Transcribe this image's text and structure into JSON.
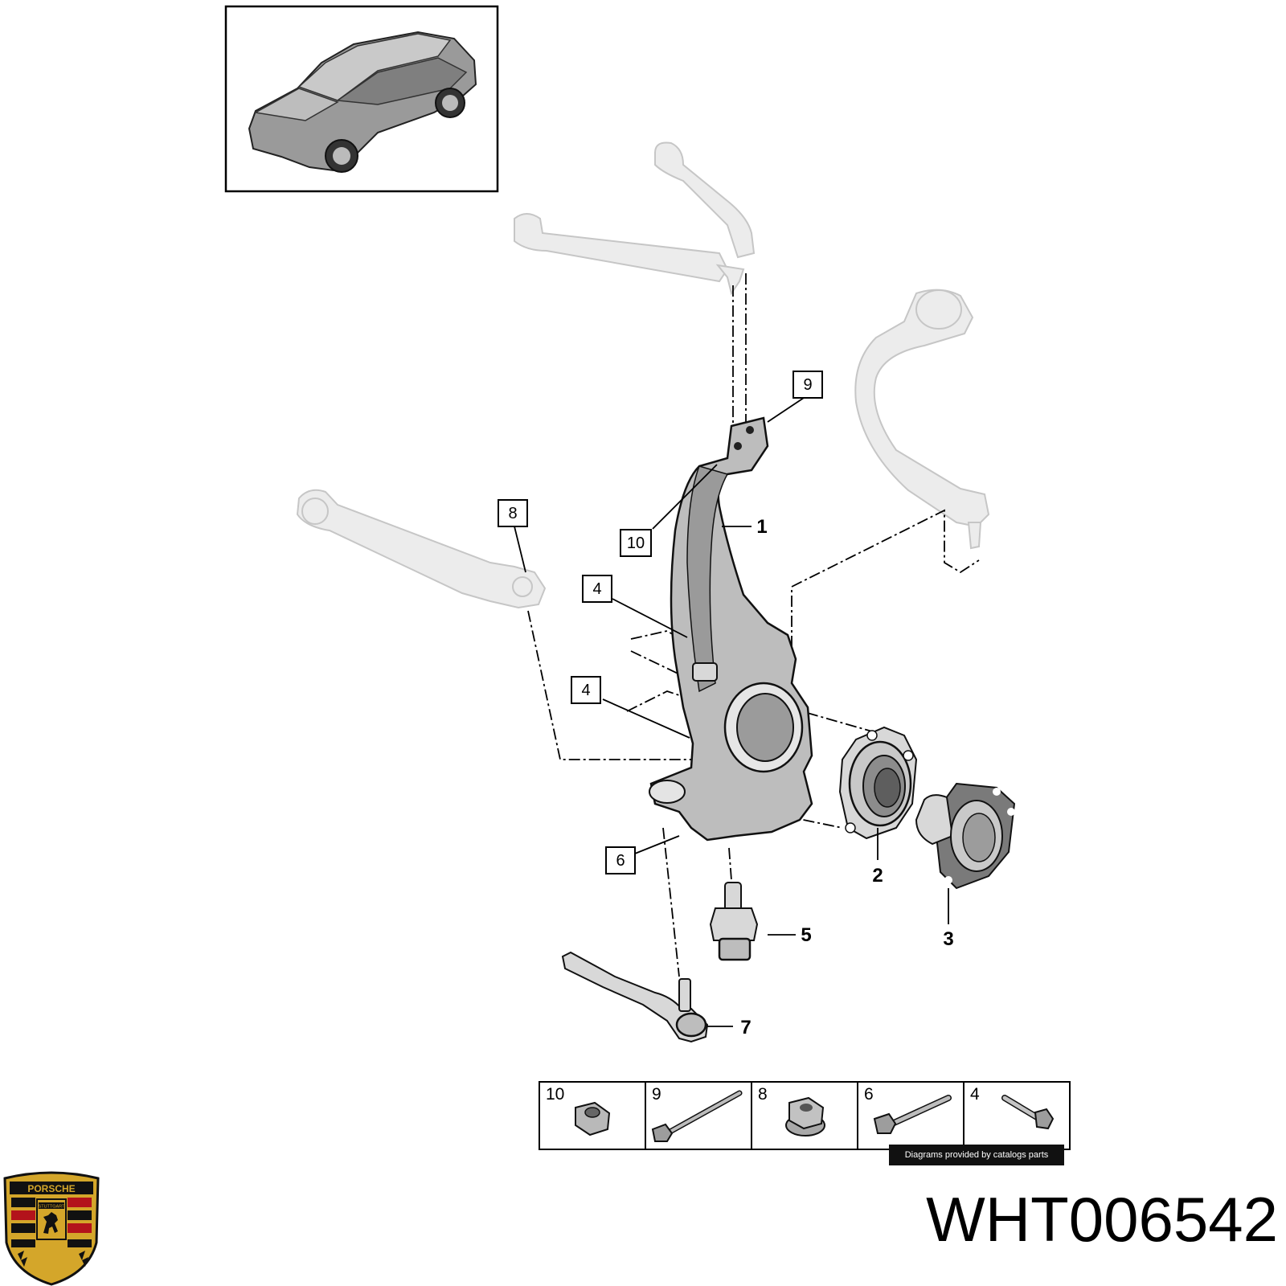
{
  "callouts": {
    "c9": "9",
    "c8": "8",
    "c10": "10",
    "c4a": "4",
    "c4b": "4",
    "c6": "6",
    "n1": "1",
    "n2": "2",
    "n3": "3",
    "n5": "5",
    "n7": "7"
  },
  "legend": [
    {
      "num": "10",
      "icon": "hex-nut-icon"
    },
    {
      "num": "9",
      "icon": "long-bolt-icon"
    },
    {
      "num": "8",
      "icon": "flange-nut-icon"
    },
    {
      "num": "6",
      "icon": "bolt-icon"
    },
    {
      "num": "4",
      "icon": "short-bolt-icon"
    }
  ],
  "credit": "Diagrams provided by catalogs parts",
  "part_number": "WHT006542",
  "logo": {
    "brand": "PORSCHE",
    "city": "STUTTGART",
    "colors": {
      "gold": "#d4a62a",
      "red": "#b3131b",
      "black": "#111111"
    }
  }
}
